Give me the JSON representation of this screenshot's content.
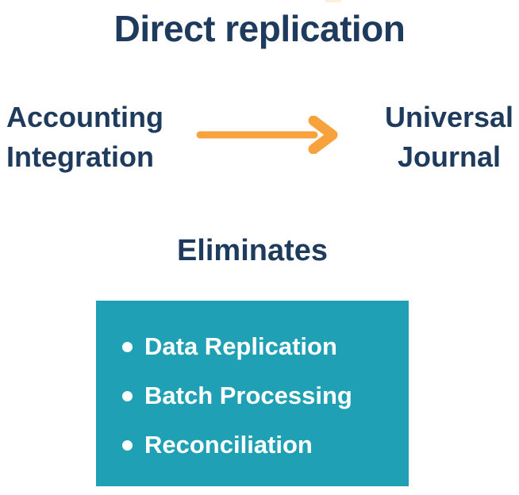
{
  "title": "Direct replication",
  "flow": {
    "source": {
      "line1": "Accounting",
      "line2": "Integration"
    },
    "target": {
      "line1": "Universal",
      "line2": "Journal"
    }
  },
  "eliminates": {
    "heading": "Eliminates",
    "items": [
      "Data Replication",
      "Batch Processing",
      "Reconciliation"
    ]
  },
  "colors": {
    "navy": "#1e3a5c",
    "orange": "#f8a23e",
    "teal": "#1fa0b5",
    "bullet_text": "#ffffff"
  }
}
